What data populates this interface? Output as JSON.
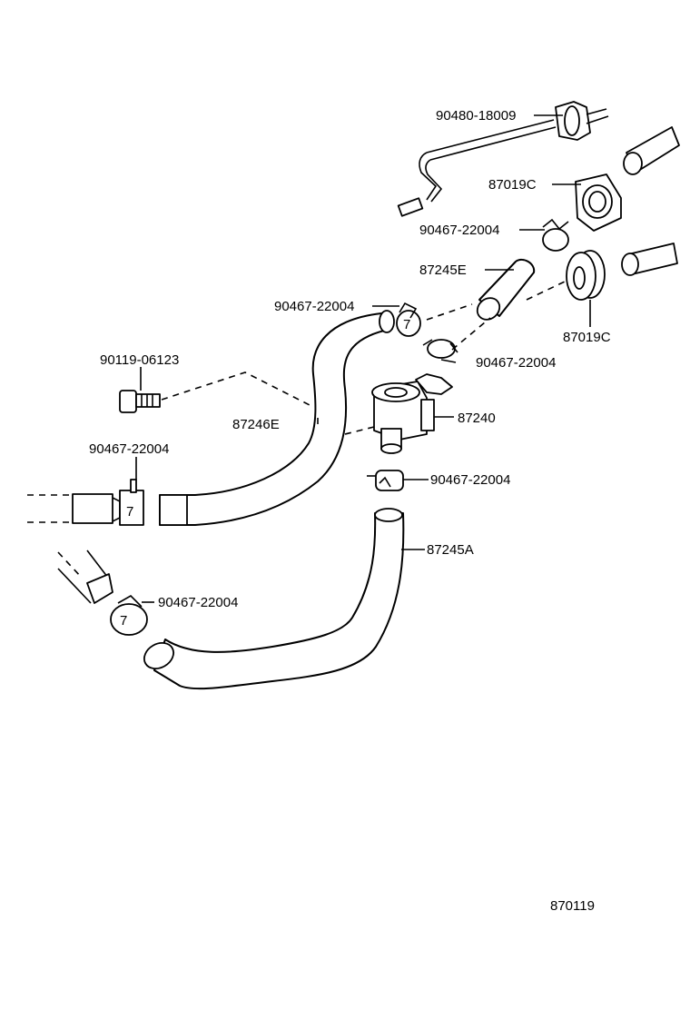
{
  "labels": {
    "wire_harness": "90480-18009",
    "grommet_upper": "87019C",
    "clamp_upper": "90467-22004",
    "hose_e": "87245E",
    "clamp_hose_e": "90467-22004",
    "grommet_lower": "87019C",
    "clamp_valve_top": "90467-22004",
    "bolt": "90119-06123",
    "valve": "87240",
    "hose_246e": "87246E",
    "clamp_left": "90467-22004",
    "clamp_valve_bottom": "90467-22004",
    "hose_a": "87245A",
    "clamp_bottom_left": "90467-22004",
    "figure_number": "870119"
  },
  "colors": {
    "ink": "#000000",
    "paper": "#ffffff"
  }
}
